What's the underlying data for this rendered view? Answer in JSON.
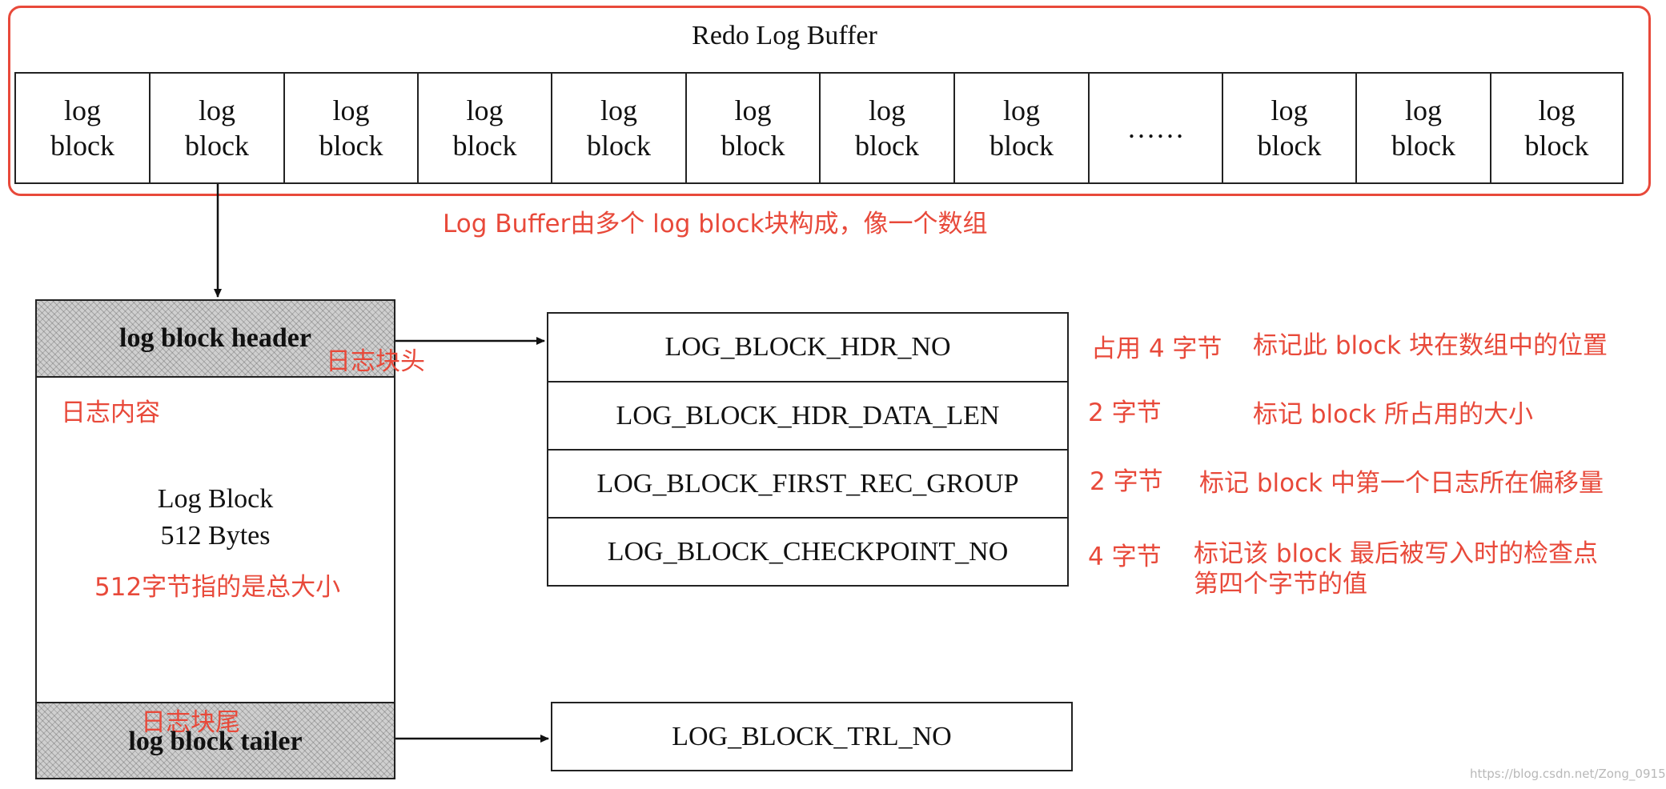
{
  "buffer": {
    "title": "Redo Log Buffer",
    "blocks": [
      {
        "line1": "log",
        "line2": "block"
      },
      {
        "line1": "log",
        "line2": "block"
      },
      {
        "line1": "log",
        "line2": "block"
      },
      {
        "line1": "log",
        "line2": "block"
      },
      {
        "line1": "log",
        "line2": "block"
      },
      {
        "line1": "log",
        "line2": "block"
      },
      {
        "line1": "log",
        "line2": "block"
      },
      {
        "line1": "log",
        "line2": "block"
      },
      {
        "line1": "……",
        "line2": ""
      },
      {
        "line1": "log",
        "line2": "block"
      },
      {
        "line1": "log",
        "line2": "block"
      },
      {
        "line1": "log",
        "line2": "block"
      }
    ],
    "annotation": "Log Buffer由多个 log block块构成，像一个数组"
  },
  "log_block": {
    "header_label": "log block header",
    "header_note": "日志块头",
    "content_note": "日志内容",
    "title": "Log Block",
    "size": "512 Bytes",
    "size_note": "512字节指的是总大小",
    "tailer_note": "日志块尾",
    "tailer_label": "log block tailer"
  },
  "header_fields": [
    {
      "name": "LOG_BLOCK_HDR_NO",
      "size": "占用 4 字节",
      "desc": "标记此 block 块在数组中的位置"
    },
    {
      "name": "LOG_BLOCK_HDR_DATA_LEN",
      "size": "2 字节",
      "desc": "标记 block 所占用的大小"
    },
    {
      "name": "LOG_BLOCK_FIRST_REC_GROUP",
      "size": "2 字节",
      "desc": "标记 block 中第一个日志所在偏移量"
    },
    {
      "name": "LOG_BLOCK_CHECKPOINT_NO",
      "size": "4 字节",
      "desc": "标记该 block 最后被写入时的检查点",
      "desc2": "第四个字节的值"
    }
  ],
  "tailer_field": {
    "name": "LOG_BLOCK_TRL_NO"
  },
  "watermark": "https://blog.csdn.net/Zong_0915"
}
